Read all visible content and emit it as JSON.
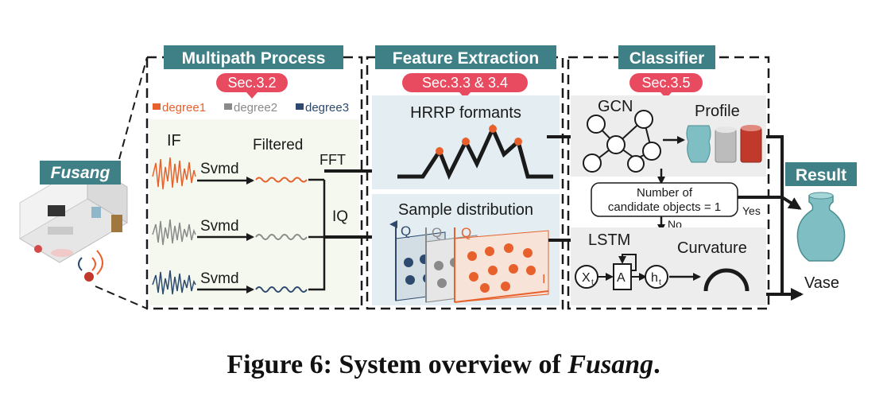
{
  "left_panel": {
    "label": "Fusang"
  },
  "sections": {
    "multipath": {
      "title": "Multipath Process",
      "sec_tag": "Sec.3.2"
    },
    "feature": {
      "title": "Feature Extraction",
      "sec_tag": "Sec.3.3 & 3.4"
    },
    "classifier": {
      "title": "Classifier",
      "sec_tag": "Sec.3.5"
    },
    "result": {
      "title": "Result"
    }
  },
  "legend": [
    {
      "label": "degree1",
      "color": "#e8612c"
    },
    {
      "label": "degree2",
      "color": "#8a8a8a"
    },
    {
      "label": "degree3",
      "color": "#2d4a6e"
    }
  ],
  "multipath": {
    "if_label": "IF",
    "svmd_label": "Svmd",
    "filtered_label": "Filtered",
    "fft_label": "FFT",
    "iq_label": "IQ"
  },
  "feature": {
    "hrrp_label": "HRRP formants",
    "sample_label": "Sample distribution",
    "q_label": "Q",
    "i_label": "I"
  },
  "classifier": {
    "gcn_label": "GCN",
    "profile_label": "Profile",
    "decision_line1": "Number of",
    "decision_line2": "candidate objects = 1",
    "yes_label": "Yes",
    "no_label": "No",
    "lstm_label": "LSTM",
    "curvature_label": "Curvature",
    "x_node": "X",
    "x_sub": "t",
    "a_node": "A",
    "h_node": "h",
    "h_sub": "t"
  },
  "result": {
    "object_label": "Vase"
  },
  "caption": {
    "prefix": "Figure 6: System overview of ",
    "italic": "Fusang",
    "suffix": "."
  },
  "colors": {
    "header_teal": "#3f7f86",
    "sec_pink": "#e84a5f",
    "panel_blue": "#e3edf2",
    "panel_gray": "#ededed",
    "multipath_bg": "#f4f8ee",
    "orange": "#e8612c",
    "vase": "#7fbfc3"
  }
}
